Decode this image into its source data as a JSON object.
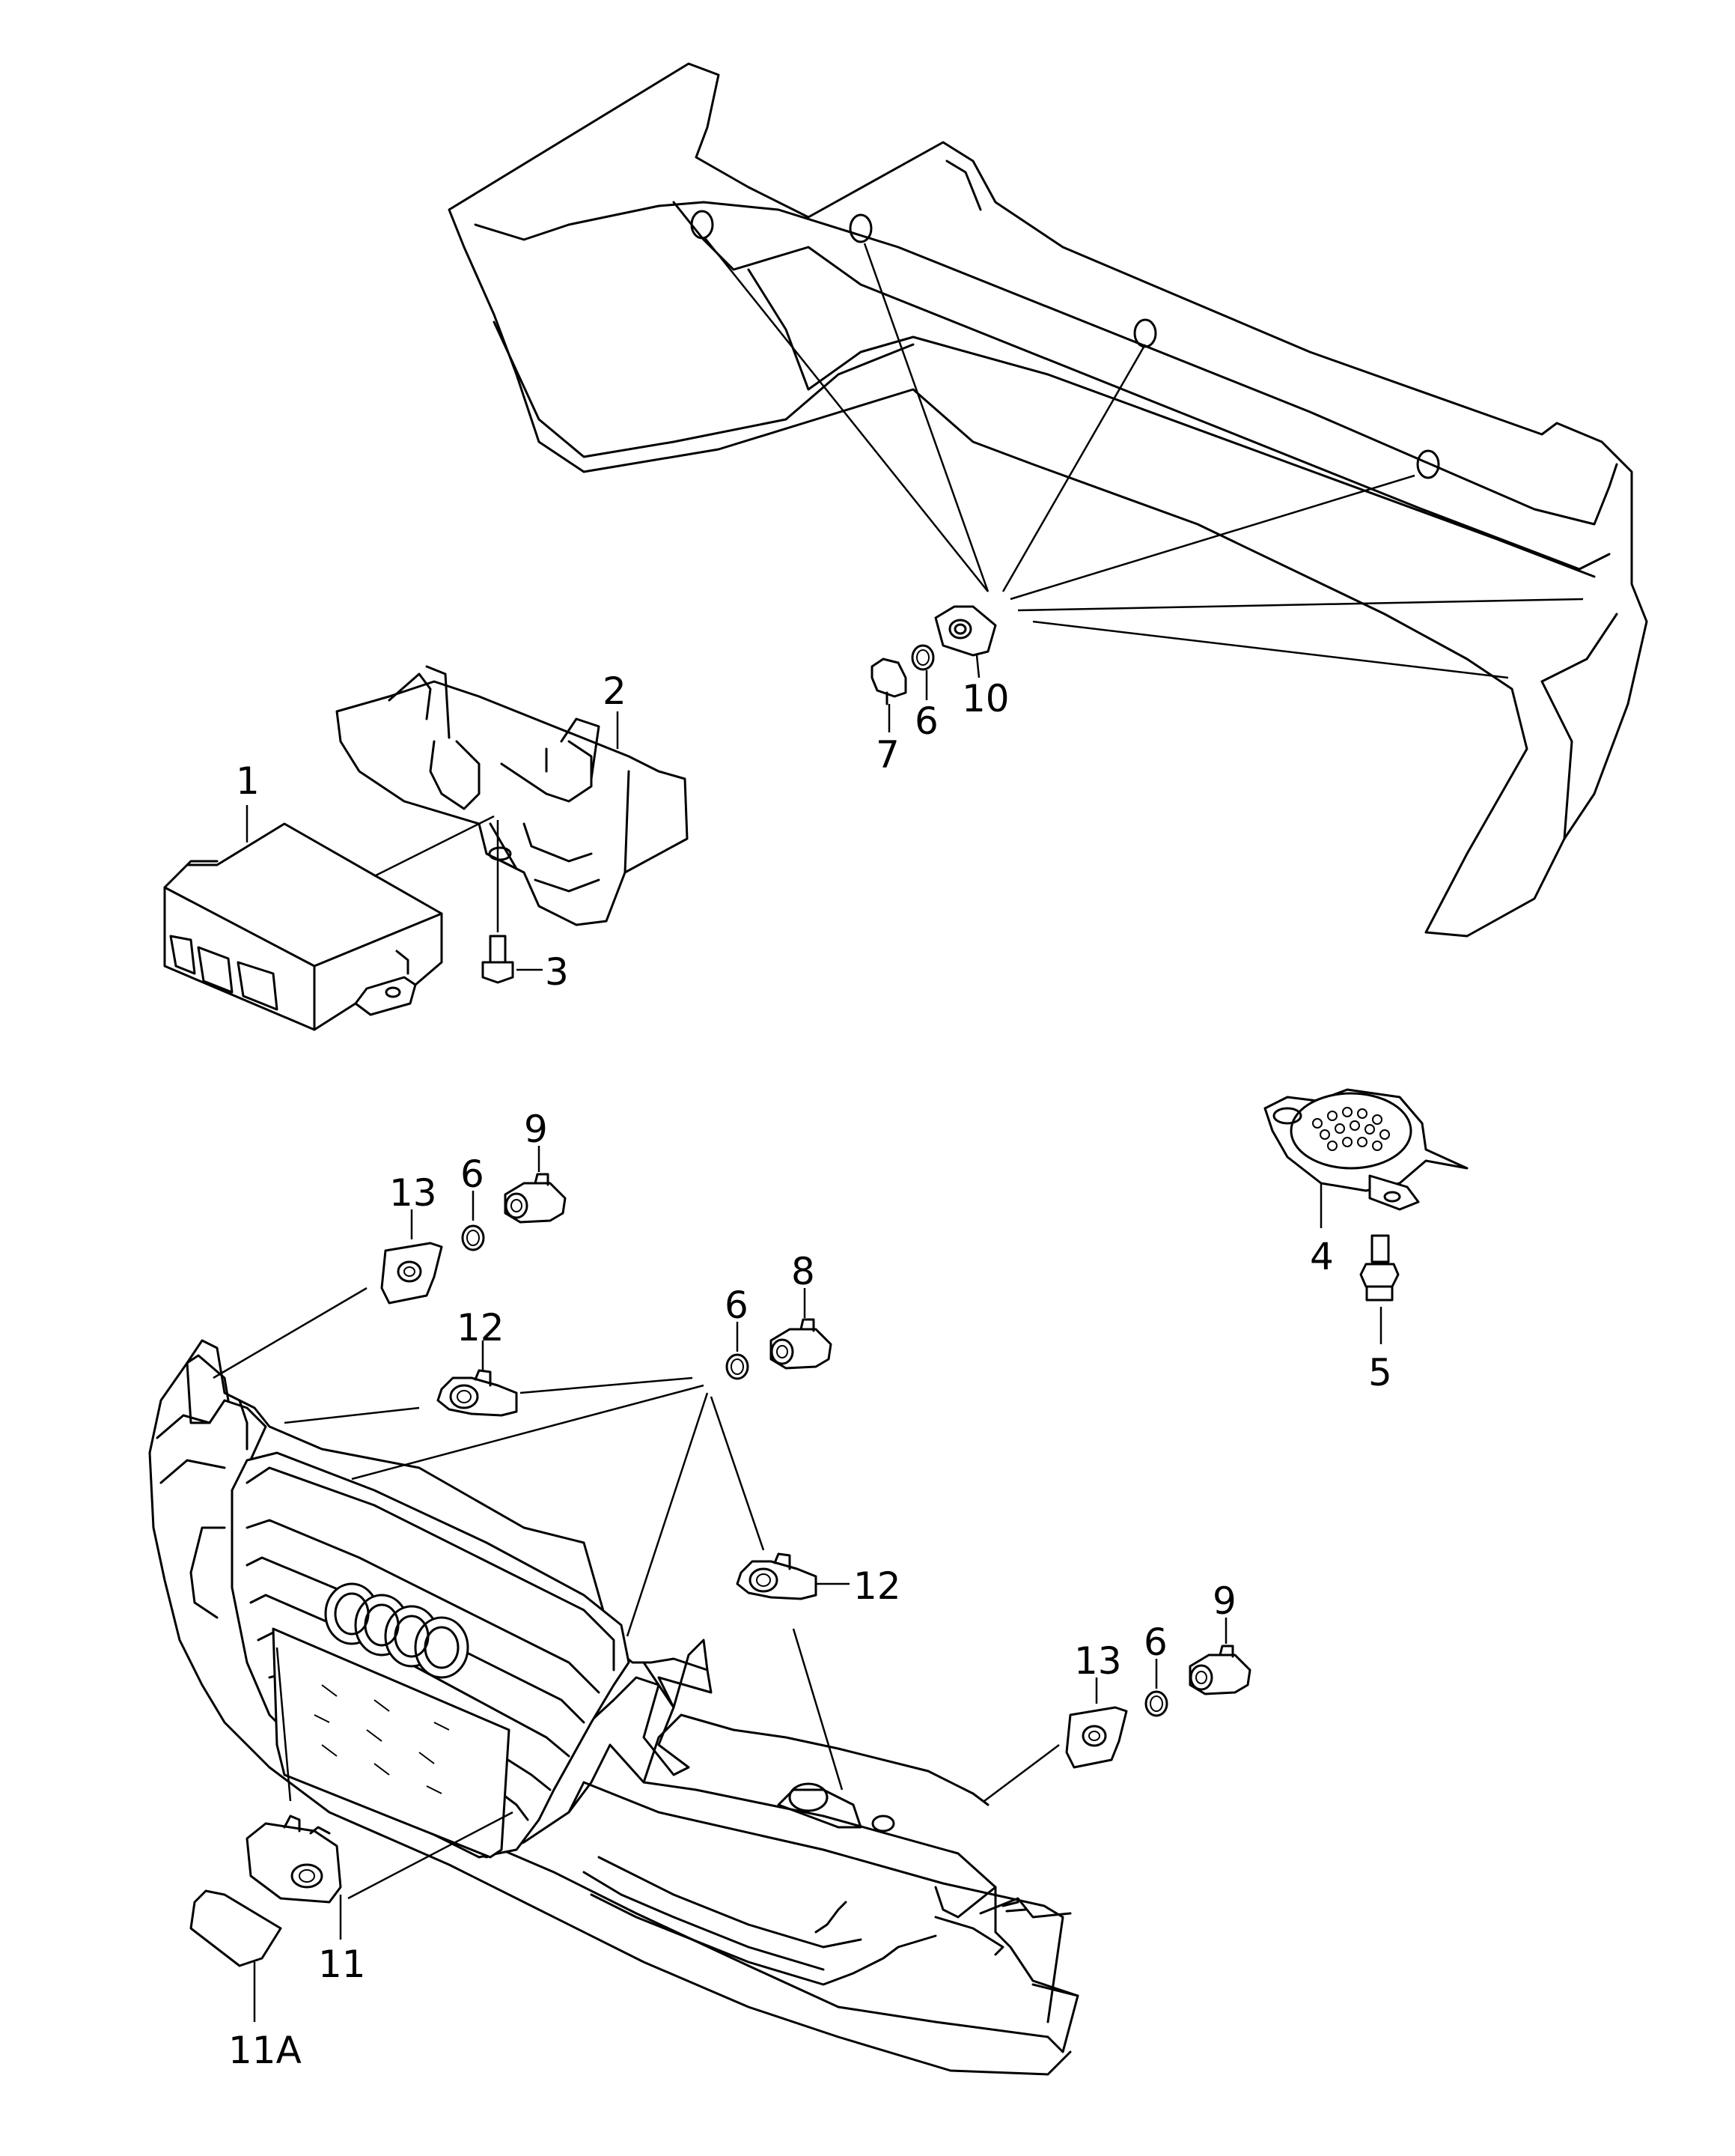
{
  "callouts": {
    "c1": "1",
    "c2": "2",
    "c3": "3",
    "c4": "4",
    "c5": "5",
    "c6_rear": "6",
    "c7": "7",
    "c10": "10",
    "c13_top": "13",
    "c6_top": "6",
    "c9_top": "9",
    "c8": "8",
    "c6_mid": "6",
    "c12_top": "12",
    "c12_mid": "12",
    "c13_right": "13",
    "c6_right": "6",
    "c9_right": "9",
    "c11": "11",
    "c11a": "11A"
  }
}
